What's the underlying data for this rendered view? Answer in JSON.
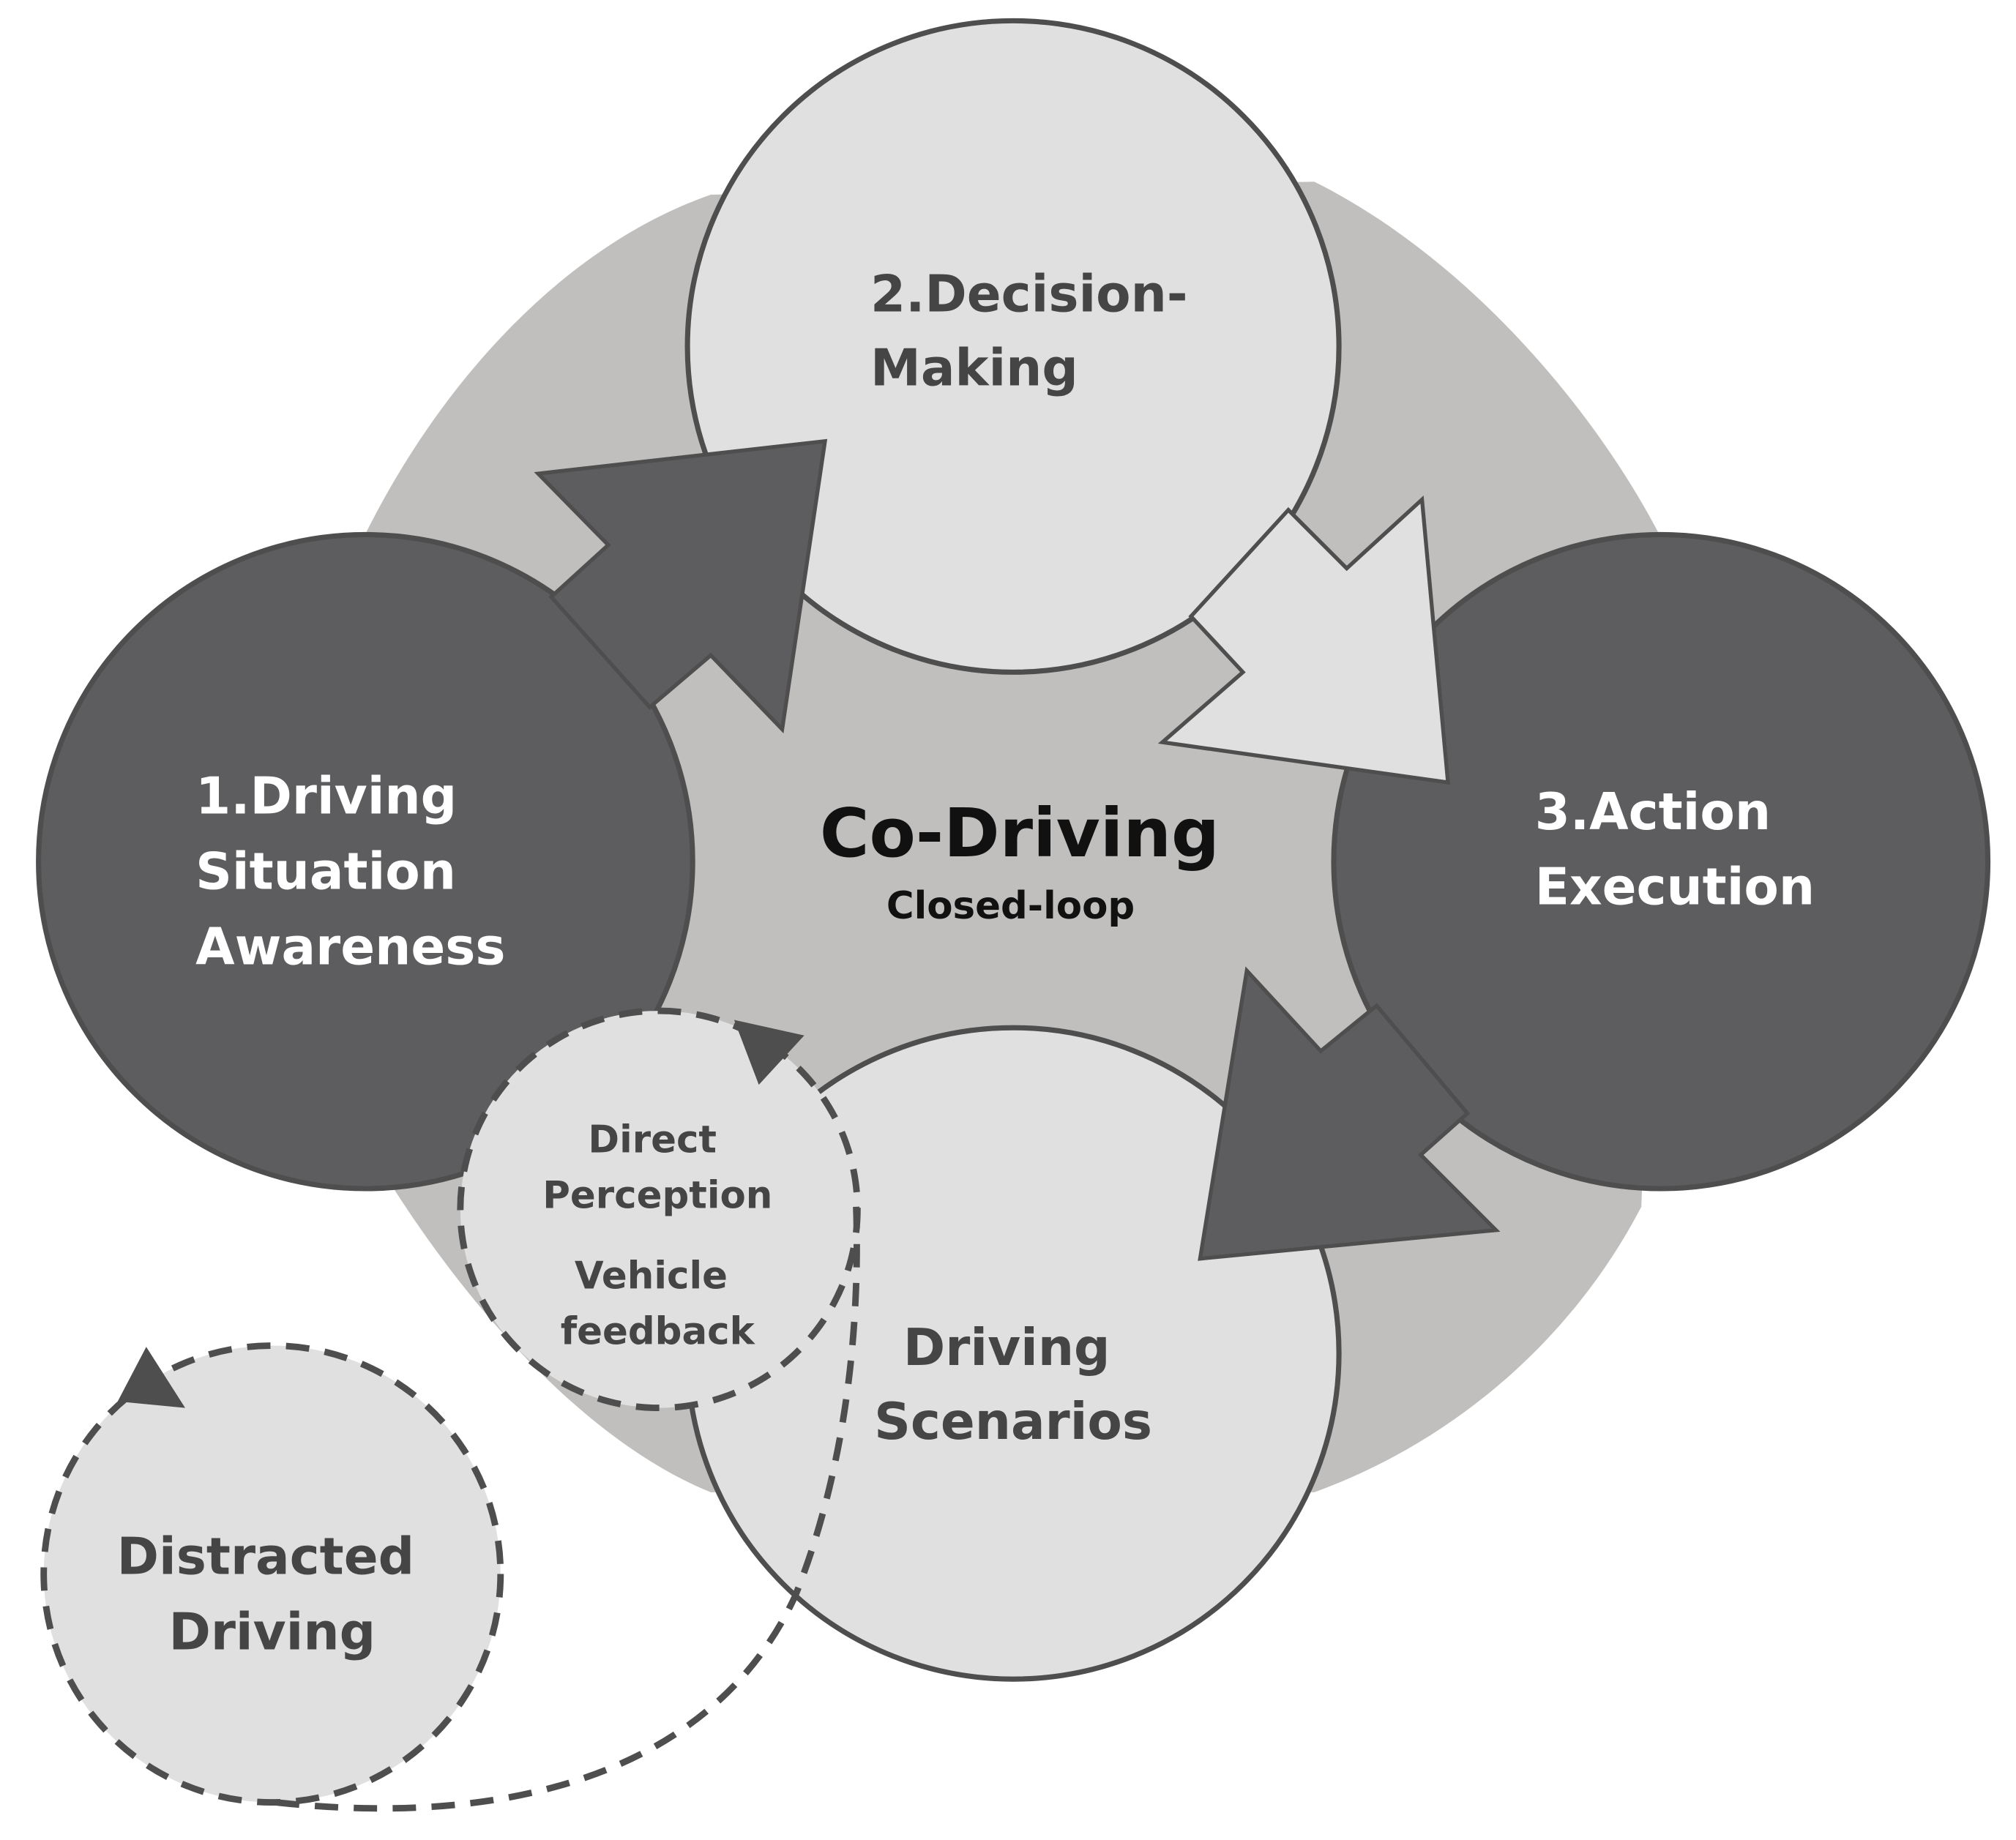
{
  "center": {
    "title": "Co-Driving",
    "subtitle": "Closed-loop"
  },
  "stages": {
    "situation_awareness": {
      "line1": "1.Driving",
      "line2": "Situation",
      "line3": "Awareness"
    },
    "decision_making": {
      "line1": "2.Decision-",
      "line2": "Making"
    },
    "action_execution": {
      "line1": "3.Action",
      "line2": "Execution"
    },
    "driving_scenarios": {
      "line1": "Driving",
      "line2": "Scenarios"
    }
  },
  "feedback": {
    "line1": "Direct",
    "line2": "Perception",
    "line3": "Vehicle",
    "line4": "feedback"
  },
  "distracted": {
    "line1": "Distracted",
    "line2": "Driving"
  },
  "colors": {
    "background_blob": "#c0bfbd",
    "dark_fill": "#5d5d5f",
    "light_fill": "#e0e0e0",
    "stroke": "#4e4e4e"
  }
}
